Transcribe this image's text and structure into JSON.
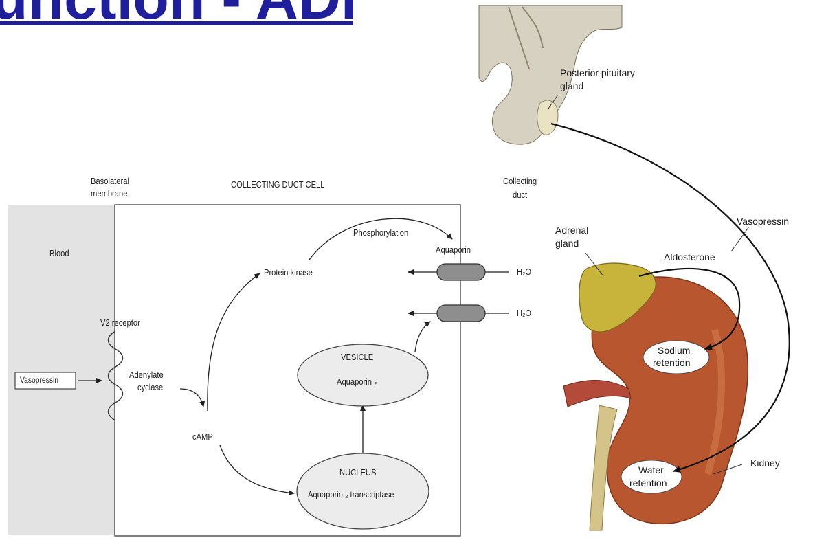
{
  "slide": {
    "title": "unction - ADH"
  },
  "cell_diagram": {
    "basolateral_membrane": "Basolateral membrane",
    "basolateral_line1": "Basolateral",
    "basolateral_line2": "membrane",
    "collecting_duct_cell": "COLLECTING DUCT CELL",
    "collecting_duct_line1": "Collecting",
    "collecting_duct_line2": "duct",
    "blood": "Blood",
    "v2_receptor": "V2 receptor",
    "vasopressin_box": "Vasopressin",
    "adenylate_line1": "Adenylate",
    "adenylate_line2": "cyclase",
    "camp": "cAMP",
    "protein_kinase": "Protein kinase",
    "phosphorylation": "Phosphorylation",
    "aquaporin": "Aquaporin",
    "h2o_top": "H₂O",
    "h2o_bottom": "H₂O",
    "vesicle_label": "VESICLE",
    "vesicle_content": "Aquaporin ₂",
    "nucleus_label": "NUCLEUS",
    "nucleus_content": "Aquaporin ₂ transcriptase"
  },
  "anatomy": {
    "posterior_pituitary_line1": "Posterior pituitary",
    "posterior_pituitary_line2": "gland",
    "adrenal_line1": "Adrenal",
    "adrenal_line2": "gland",
    "aldosterone": "Aldosterone",
    "vasopressin": "Vasopressin",
    "sodium_line1": "Sodium",
    "sodium_line2": "retention",
    "water_line1": "Water",
    "water_line2": "retention",
    "kidney": "Kidney"
  },
  "colors": {
    "title": "#1f1f9b",
    "blood_panel": "#e3e3e3",
    "ellipse_fill": "#ececec",
    "aquaporin_channel": "#8e8e8e",
    "pituitary": "#c9c2b0",
    "adrenal": "#c8b43a",
    "kidney": "#b8562f"
  }
}
